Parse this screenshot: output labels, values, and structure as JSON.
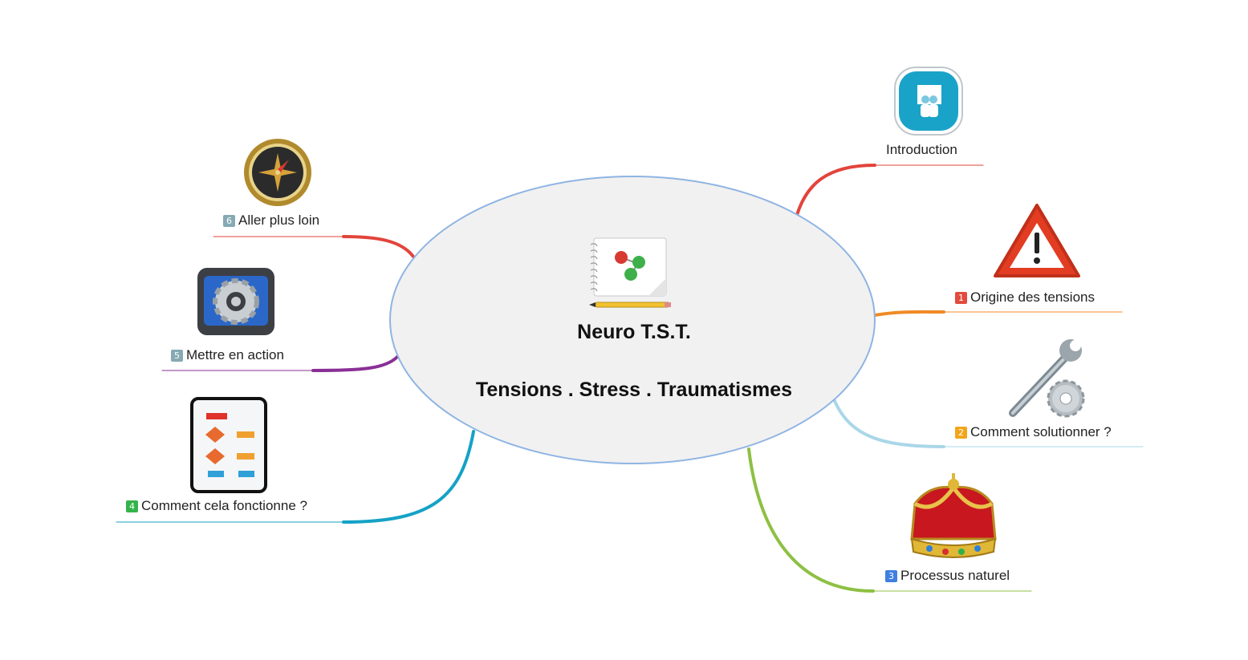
{
  "central": {
    "title": "Neuro T.S.T.",
    "subtitle": "Tensions . Stress . Traumatismes",
    "icon": "notebook-molecule-icon"
  },
  "branches": [
    {
      "id": "introduction",
      "label": "Introduction",
      "badge": "",
      "badge_color": "",
      "line_color": "#e2443b",
      "icon": "presentation-icon"
    },
    {
      "id": "origine",
      "label": "Origine des tensions",
      "badge": "1",
      "badge_color": "#e24b3e",
      "line_color": "#f08a24",
      "icon": "warning-icon"
    },
    {
      "id": "solutionner",
      "label": "Comment solutionner ?",
      "badge": "2",
      "badge_color": "#f3a51a",
      "line_color": "#a9d7e8",
      "icon": "wrench-gear-icon"
    },
    {
      "id": "processus",
      "label": "Processus naturel",
      "badge": "3",
      "badge_color": "#3f7fe0",
      "line_color": "#8dc043",
      "icon": "crown-icon"
    },
    {
      "id": "fonctionne",
      "label": "Comment cela fonctionne ?",
      "badge": "4",
      "badge_color": "#34b34a",
      "line_color": "#15a2c6",
      "icon": "flowchart-icon"
    },
    {
      "id": "action",
      "label": "Mettre en action",
      "badge": "5",
      "badge_color": "#86aab3",
      "line_color": "#8a2f96",
      "icon": "settings-gear-icon"
    },
    {
      "id": "plus-loin",
      "label": "Aller plus loin",
      "badge": "6",
      "badge_color": "#86aab3",
      "line_color": "#e2443b",
      "icon": "compass-icon"
    }
  ],
  "colors": {
    "central_fill": "#f1f1f1",
    "central_stroke": "#8fb4e3"
  }
}
